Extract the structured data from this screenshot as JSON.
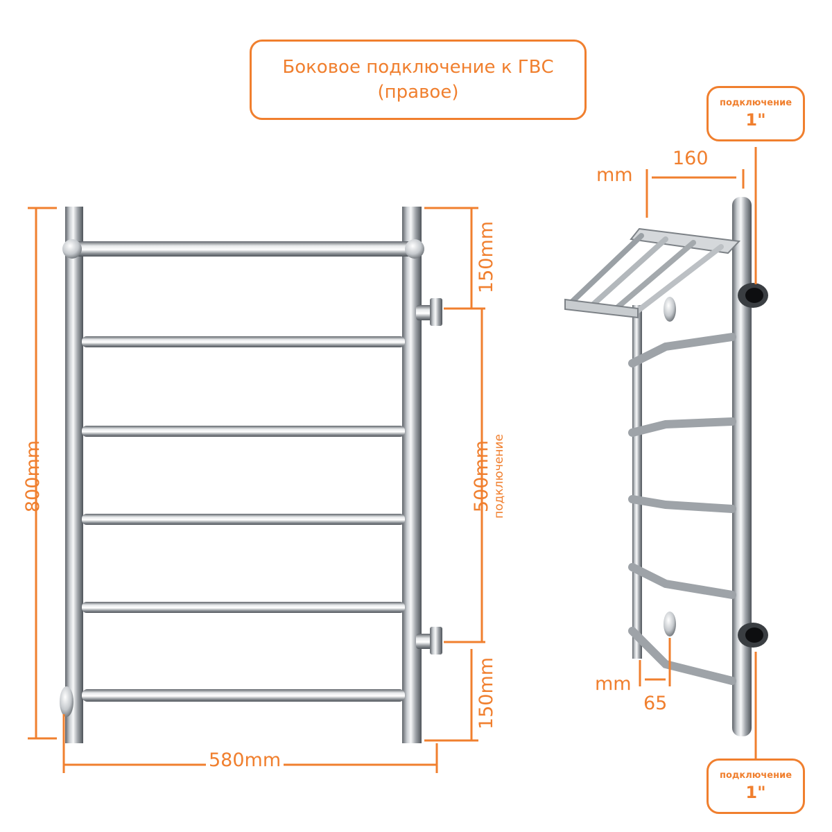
{
  "title": {
    "line1": "Боковое подключение к ГВС",
    "line2": "(правое)"
  },
  "front_view": {
    "height_label": "800mm",
    "width_label": "580mm",
    "top_offset_label": "150mm",
    "bottom_offset_label": "150mm",
    "connection_distance_label": "500mm",
    "connection_word": "подключение"
  },
  "side_view": {
    "depth_value": "160",
    "depth_unit": "mm",
    "rail_offset_value": "65",
    "rail_offset_unit": "mm",
    "top_connection": {
      "label": "подключение",
      "size": "1\""
    },
    "bottom_connection": {
      "label": "подключение",
      "size": "1\""
    }
  },
  "colors": {
    "accent": "#f07f2e",
    "steel_dark": "#6f747a",
    "steel_light": "#eef0f2"
  }
}
